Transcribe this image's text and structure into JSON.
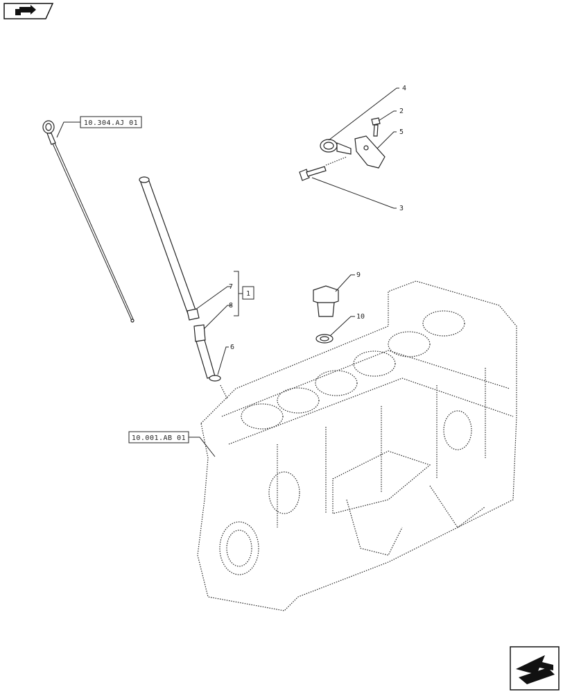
{
  "nav": {
    "prev_icon": "back-arrow-icon",
    "next_icon": "forward-arrow-icon"
  },
  "references": {
    "dipstick_ref": "10.304.AJ 01",
    "block_ref": "10.001.AB 01",
    "kit_ref": "1"
  },
  "callouts": [
    "4",
    "2",
    "5",
    "3",
    "9",
    "10",
    "7",
    "8",
    "6"
  ],
  "colors": {
    "line": "#222222",
    "background": "#ffffff"
  }
}
